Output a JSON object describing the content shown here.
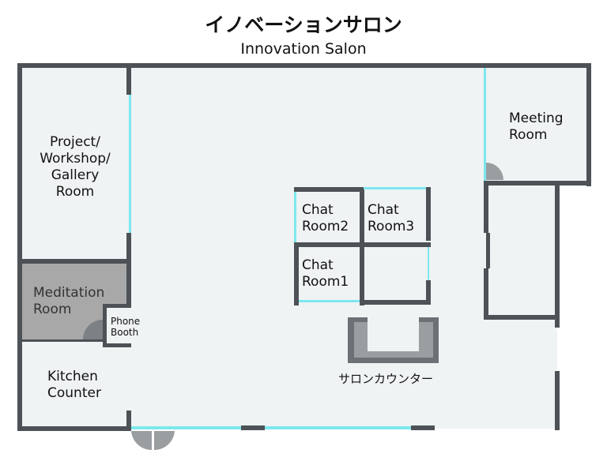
{
  "title_jp": "イノベーションサロン",
  "title_en": "Innovation Salon",
  "rooms": {
    "project": "Project/\nWorkshop/\nGallery Room",
    "meditation": "Meditation\nRoom",
    "phone_booth": "Phone\nBooth",
    "kitchen": "Kitchen\nCounter",
    "meeting": "Meeting\nRoom",
    "chat2": "Chat\nRoom2",
    "chat3": "Chat\nRoom3",
    "chat1": "Chat\nRoom1",
    "counter": "サロンカウンター"
  },
  "colors": {
    "wall": "#4d5256",
    "floor": "#eff3f4",
    "glass": "#7de8ee",
    "meditation": "#a8a8a8",
    "counter": "#9a9ea1"
  }
}
